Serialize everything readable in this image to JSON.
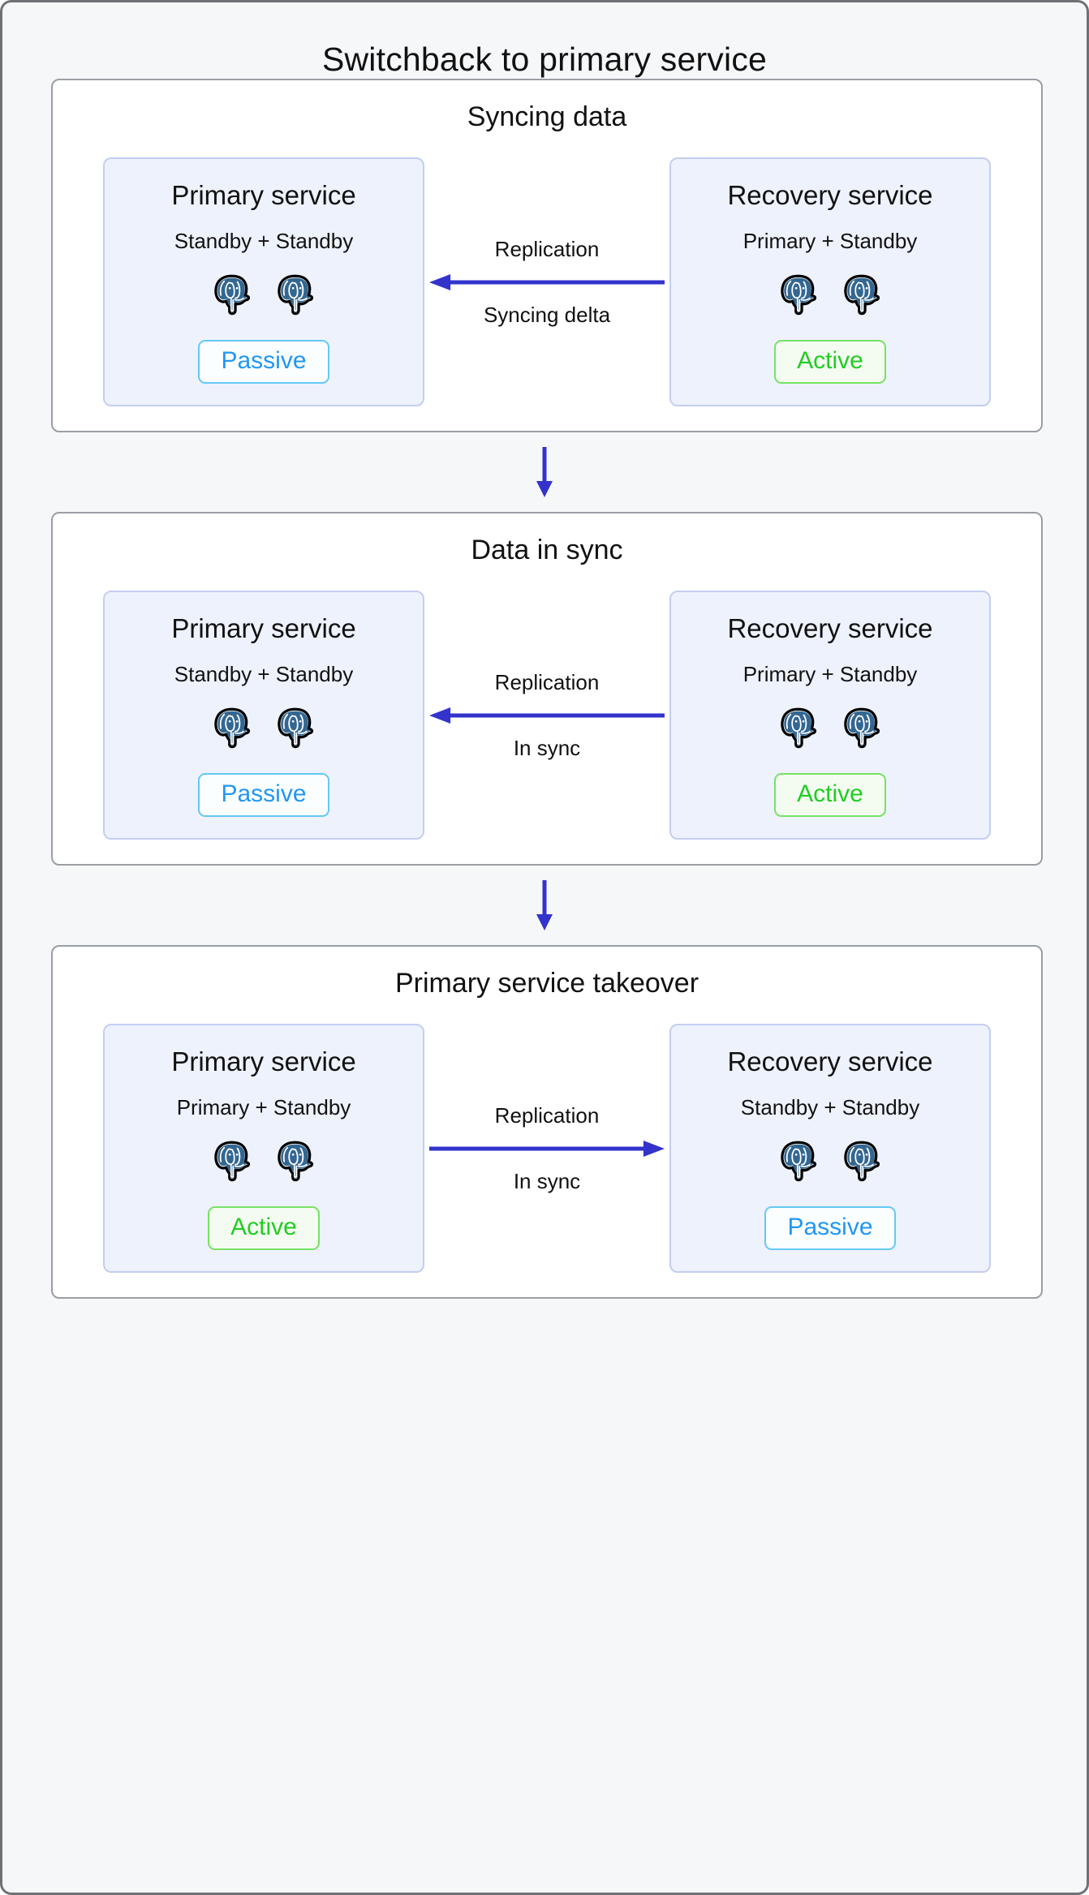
{
  "title": "Switchback to primary service",
  "colors": {
    "page_background": "#f6f7f9",
    "panel_background": "#ffffff",
    "panel_border": "#9a9ea4",
    "card_background": "#eef2fd",
    "card_border": "#c3cef0",
    "arrow": "#3333cc",
    "passive_text": "#2196f3",
    "passive_border": "#64c8f5",
    "active_text": "#22cc22",
    "active_border": "#77e264",
    "elephant": "#336791"
  },
  "icons": {
    "elephant": "postgresql-elephant-icon",
    "replication_arrow": "replication-arrow-icon",
    "step_arrow": "step-down-arrow-icon"
  },
  "panels": [
    {
      "title": "Syncing data",
      "left": {
        "name": "Primary service",
        "roles": "Standby + Standby",
        "status": "Passive",
        "status_kind": "passive",
        "nodes": 2
      },
      "connector": {
        "top_label": "Replication",
        "bottom_label": "Syncing delta",
        "direction": "left"
      },
      "right": {
        "name": "Recovery service",
        "roles": "Primary + Standby",
        "status": "Active",
        "status_kind": "active",
        "nodes": 2
      }
    },
    {
      "title": "Data in sync",
      "left": {
        "name": "Primary service",
        "roles": "Standby + Standby",
        "status": "Passive",
        "status_kind": "passive",
        "nodes": 2
      },
      "connector": {
        "top_label": "Replication",
        "bottom_label": "In sync",
        "direction": "left"
      },
      "right": {
        "name": "Recovery service",
        "roles": "Primary + Standby",
        "status": "Active",
        "status_kind": "active",
        "nodes": 2
      }
    },
    {
      "title": "Primary service takeover",
      "left": {
        "name": "Primary service",
        "roles": "Primary + Standby",
        "status": "Active",
        "status_kind": "active",
        "nodes": 2
      },
      "connector": {
        "top_label": "Replication",
        "bottom_label": "In sync",
        "direction": "right"
      },
      "right": {
        "name": "Recovery service",
        "roles": "Standby + Standby",
        "status": "Passive",
        "status_kind": "passive",
        "nodes": 2
      }
    }
  ]
}
